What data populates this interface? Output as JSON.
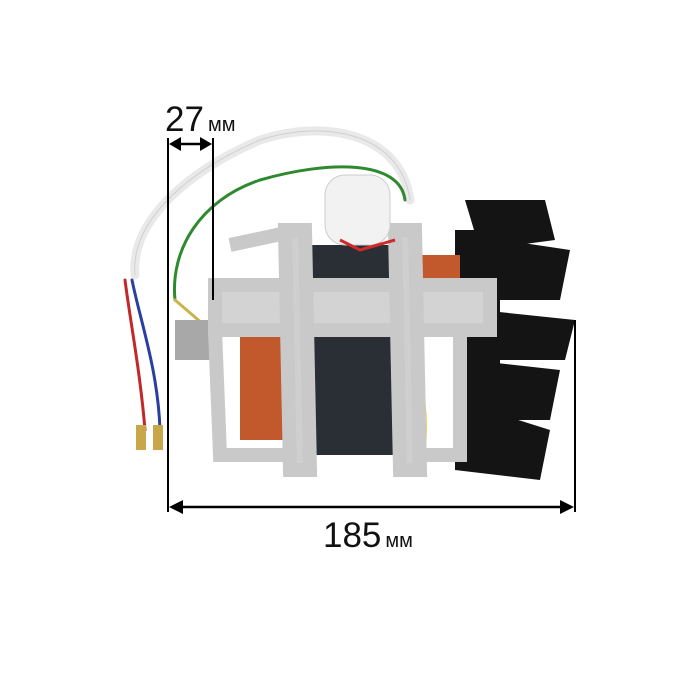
{
  "dimensions": {
    "width_small": {
      "value": "27",
      "unit": "мм"
    },
    "length_total": {
      "value": "185",
      "unit": "мм"
    }
  },
  "colors": {
    "frame": "#c9c9c9",
    "fan": "#141414",
    "winding": "#c2592c",
    "dimension_line": "#000000"
  }
}
